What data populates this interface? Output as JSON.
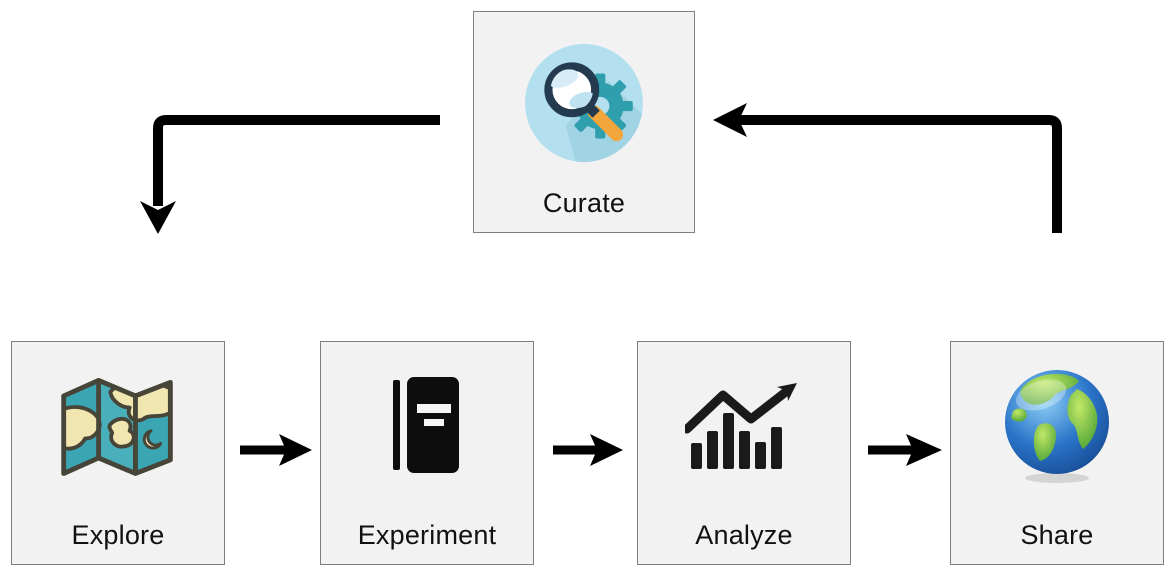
{
  "diagram": {
    "type": "flow-cycle",
    "nodes": [
      {
        "id": "curate",
        "label": "Curate",
        "icon": "magnifier-gear-icon",
        "position": "top-center"
      },
      {
        "id": "explore",
        "label": "Explore",
        "icon": "folded-map-icon",
        "position": "bottom-row-1"
      },
      {
        "id": "experiment",
        "label": "Experiment",
        "icon": "notebook-icon",
        "position": "bottom-row-2"
      },
      {
        "id": "analyze",
        "label": "Analyze",
        "icon": "bar-chart-trend-icon",
        "position": "bottom-row-3"
      },
      {
        "id": "share",
        "label": "Share",
        "icon": "globe-icon",
        "position": "bottom-row-4"
      }
    ],
    "edges": [
      {
        "from": "explore",
        "to": "experiment",
        "style": "straight-arrow-right"
      },
      {
        "from": "experiment",
        "to": "analyze",
        "style": "straight-arrow-right"
      },
      {
        "from": "analyze",
        "to": "share",
        "style": "straight-arrow-right"
      },
      {
        "from": "share",
        "to": "curate",
        "style": "elbow-up-then-left"
      },
      {
        "from": "curate",
        "to": "explore",
        "style": "elbow-left-then-down"
      }
    ],
    "colors": {
      "node_fill": "#f2f2f2",
      "node_border": "#7f7f7f",
      "label_text": "#111111",
      "arrow_black": "#000000",
      "curate_circle_blue": "#b3dfee",
      "curate_shadow_blue": "#8fc8dc",
      "gear_teal": "#2f9fae",
      "magnifier_rim_navy": "#243b4f",
      "magnifier_handle_orange": "#f2a63b",
      "map_teal": "#3aa6b3",
      "map_land_cream": "#f1e5b0",
      "map_outline": "#474537",
      "notebook_black": "#0d0d0d",
      "chart_black": "#1a1a1a",
      "globe_ocean_blue": "#2a74c9",
      "globe_land_green": "#6cbf45"
    }
  }
}
